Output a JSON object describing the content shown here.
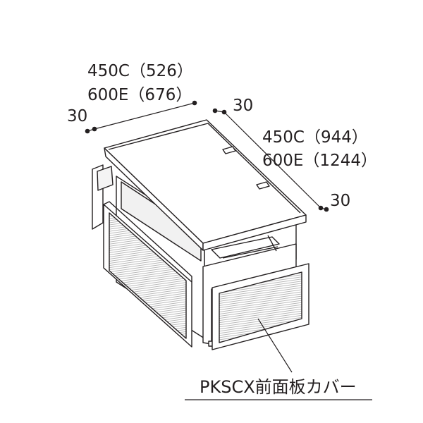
{
  "dimensions": {
    "width_top_line1": "450C（526）",
    "width_top_line2": "600E（676）",
    "left_margin": "30",
    "top_right_margin": "30",
    "depth_line1": "450C（944）",
    "depth_line2": "600E（1244）",
    "right_margin": "30"
  },
  "callout": {
    "label": "PKSCX前面板カバー"
  },
  "colors": {
    "line": "#231f20",
    "panel_fill": "#ffffff",
    "hatch": "#8a8a8a"
  }
}
